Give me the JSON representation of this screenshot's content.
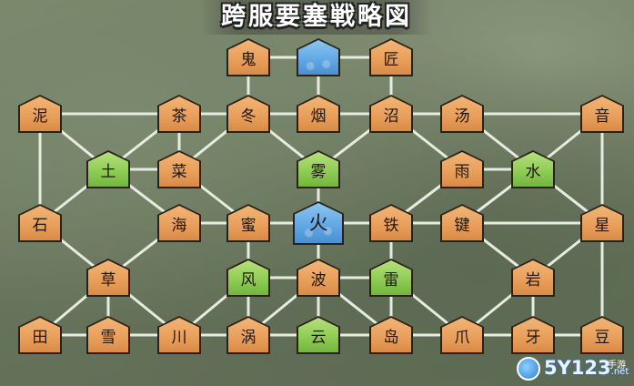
{
  "title": "跨服要塞戦略図",
  "watermark": {
    "brand": "5Y123",
    "domain": ".net",
    "tag": "手游"
  },
  "nodes": {
    "n1": {
      "label": "鬼",
      "type": "wood"
    },
    "n2": {
      "label": "",
      "type": "blue"
    },
    "n3": {
      "label": "匠",
      "type": "wood"
    },
    "n4": {
      "label": "泥",
      "type": "wood"
    },
    "n5": {
      "label": "茶",
      "type": "wood"
    },
    "n6": {
      "label": "冬",
      "type": "wood"
    },
    "n7": {
      "label": "烟",
      "type": "wood"
    },
    "n8": {
      "label": "沼",
      "type": "wood"
    },
    "n9": {
      "label": "汤",
      "type": "wood"
    },
    "n10": {
      "label": "音",
      "type": "wood"
    },
    "n11": {
      "label": "土",
      "type": "green"
    },
    "n12": {
      "label": "菜",
      "type": "wood"
    },
    "n13": {
      "label": "雾",
      "type": "green"
    },
    "n14": {
      "label": "雨",
      "type": "wood"
    },
    "n15": {
      "label": "水",
      "type": "green"
    },
    "n16": {
      "label": "石",
      "type": "wood"
    },
    "n17": {
      "label": "海",
      "type": "wood"
    },
    "n18": {
      "label": "蜜",
      "type": "wood"
    },
    "n19": {
      "label": "火",
      "type": "blue"
    },
    "n20": {
      "label": "铁",
      "type": "wood"
    },
    "n21": {
      "label": "键",
      "type": "wood"
    },
    "n22": {
      "label": "星",
      "type": "wood"
    },
    "n23": {
      "label": "草",
      "type": "wood"
    },
    "n24": {
      "label": "风",
      "type": "green"
    },
    "n25": {
      "label": "波",
      "type": "wood"
    },
    "n26": {
      "label": "雷",
      "type": "green"
    },
    "n27": {
      "label": "岩",
      "type": "wood"
    },
    "n28": {
      "label": "田",
      "type": "wood"
    },
    "n29": {
      "label": "雪",
      "type": "wood"
    },
    "n30": {
      "label": "川",
      "type": "wood"
    },
    "n31": {
      "label": "涡",
      "type": "wood"
    },
    "n32": {
      "label": "云",
      "type": "green"
    },
    "n33": {
      "label": "岛",
      "type": "wood"
    },
    "n34": {
      "label": "爪",
      "type": "wood"
    },
    "n35": {
      "label": "牙",
      "type": "wood"
    },
    "n36": {
      "label": "豆",
      "type": "wood"
    }
  }
}
